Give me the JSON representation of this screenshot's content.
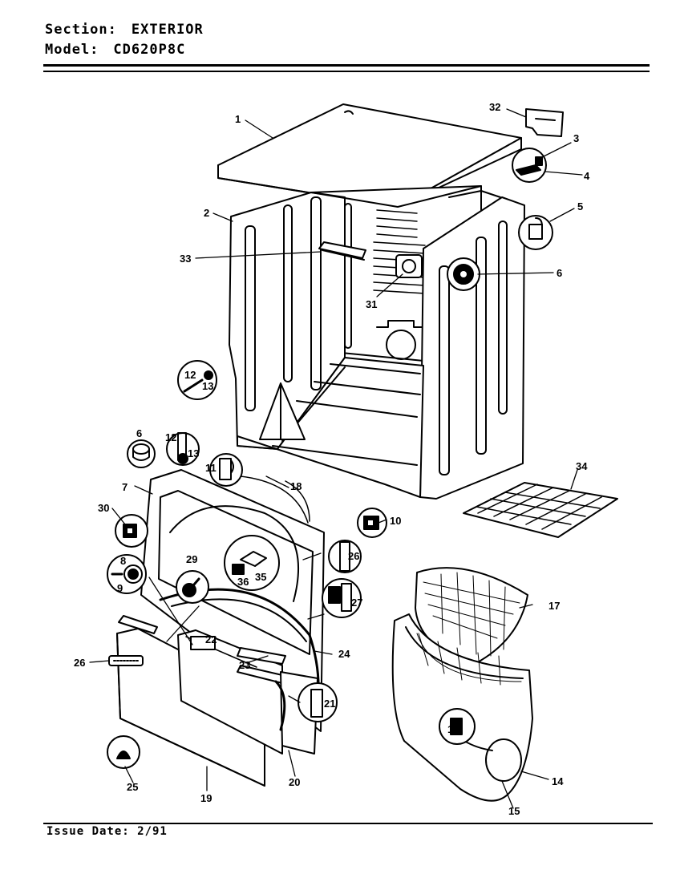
{
  "header": {
    "section_label": "Section:",
    "section_value": "EXTERIOR",
    "model_label": "Model:",
    "model_value": "CD620P8C"
  },
  "footer": {
    "issue_date": "Issue Date: 2/91"
  },
  "callouts": [
    {
      "id": "c1",
      "text": "1"
    },
    {
      "id": "c2",
      "text": "2"
    },
    {
      "id": "c3",
      "text": "3"
    },
    {
      "id": "c4",
      "text": "4"
    },
    {
      "id": "c5",
      "text": "5"
    },
    {
      "id": "c6a",
      "text": "6"
    },
    {
      "id": "c6b",
      "text": "6"
    },
    {
      "id": "c7",
      "text": "7"
    },
    {
      "id": "c8",
      "text": "8"
    },
    {
      "id": "c9",
      "text": "9"
    },
    {
      "id": "c10",
      "text": "10"
    },
    {
      "id": "c11",
      "text": "11"
    },
    {
      "id": "c12a",
      "text": "12"
    },
    {
      "id": "c13a",
      "text": "13"
    },
    {
      "id": "c12b",
      "text": "12"
    },
    {
      "id": "c13b",
      "text": "13"
    },
    {
      "id": "c14",
      "text": "14"
    },
    {
      "id": "c15",
      "text": "15"
    },
    {
      "id": "c16",
      "text": "16"
    },
    {
      "id": "c17",
      "text": "17"
    },
    {
      "id": "c18",
      "text": "18"
    },
    {
      "id": "c19",
      "text": "19"
    },
    {
      "id": "c20",
      "text": "20"
    },
    {
      "id": "c21",
      "text": "21"
    },
    {
      "id": "c22",
      "text": "22"
    },
    {
      "id": "c23",
      "text": "23"
    },
    {
      "id": "c24",
      "text": "24"
    },
    {
      "id": "c25",
      "text": "25"
    },
    {
      "id": "c26a",
      "text": "26"
    },
    {
      "id": "c26b",
      "text": "26"
    },
    {
      "id": "c27",
      "text": "27"
    },
    {
      "id": "c29",
      "text": "29"
    },
    {
      "id": "c30",
      "text": "30"
    },
    {
      "id": "c31",
      "text": "31"
    },
    {
      "id": "c32",
      "text": "32"
    },
    {
      "id": "c33",
      "text": "33"
    },
    {
      "id": "c34",
      "text": "34"
    },
    {
      "id": "c35",
      "text": "35"
    },
    {
      "id": "c36",
      "text": "36"
    }
  ]
}
